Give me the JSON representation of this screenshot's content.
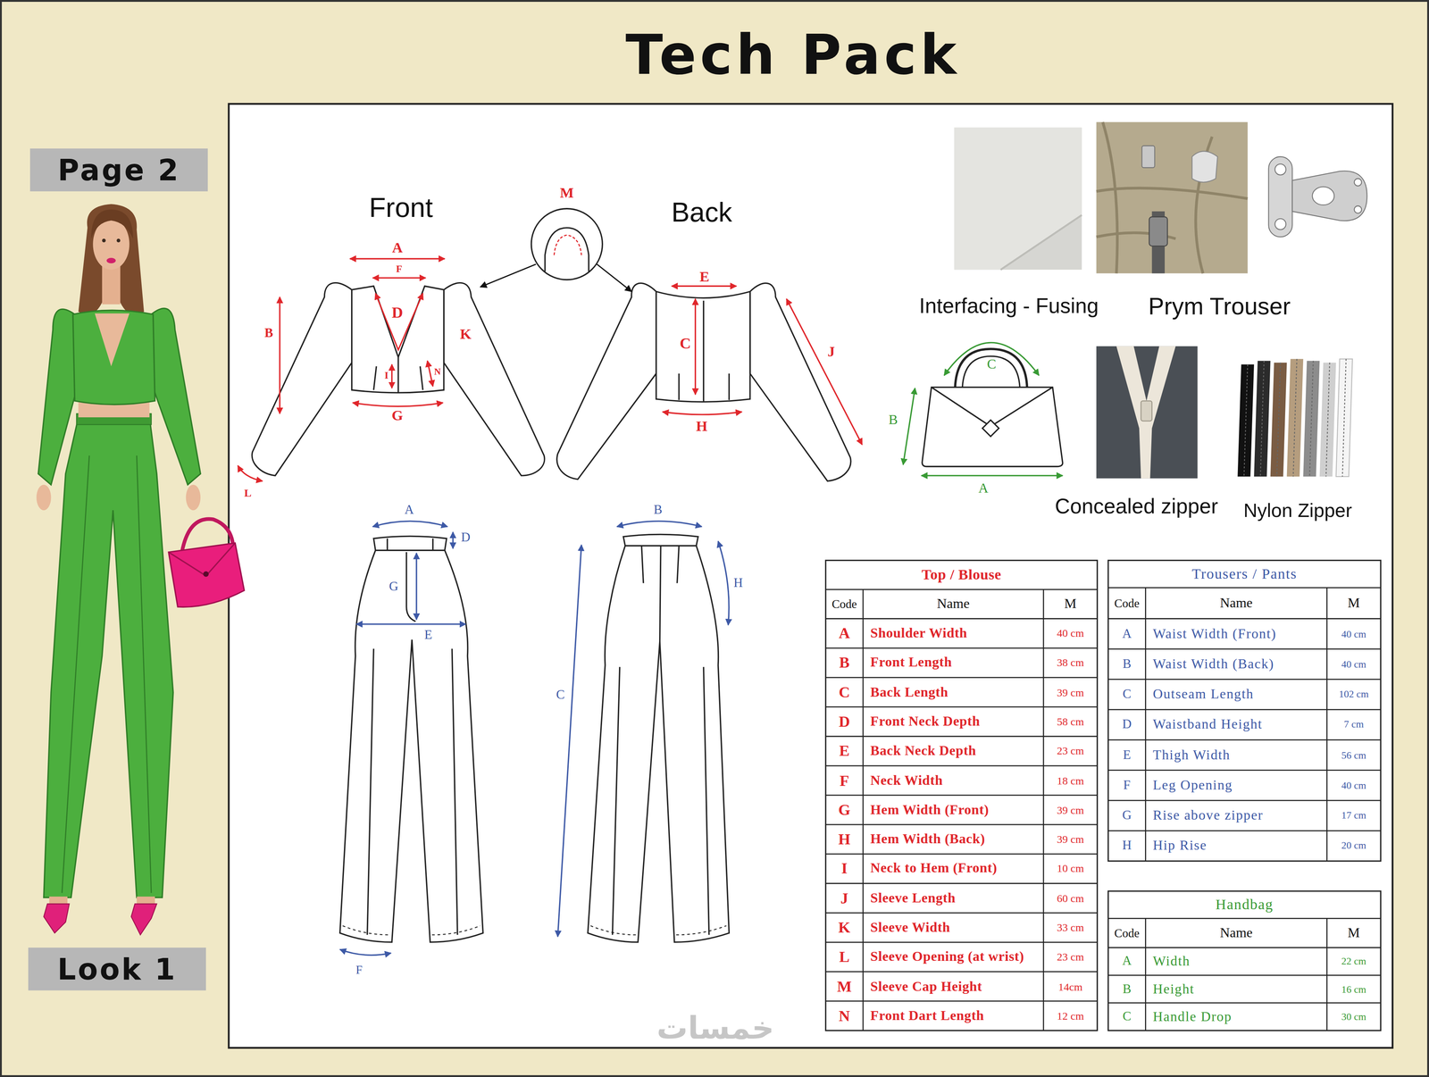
{
  "diagram": {
    "title": "Tech Pack",
    "nodes": [
      {
        "text": [
          "Page 2"
        ]
      },
      {
        "text": [
          "Look 1"
        ]
      },
      {
        "text": [
          "M"
        ]
      }
    ],
    "labels": [
      "Front",
      "Back",
      "A",
      "F",
      "D",
      "B",
      "K",
      "I",
      "N",
      "G",
      "L",
      "E",
      "C",
      "J",
      "H",
      "Interfacing - Fusing",
      "Prym Trouser",
      "C",
      "B",
      "A",
      "Concealed zipper",
      "Nylon Zipper",
      "A",
      "D",
      "G",
      "E",
      "F",
      "B",
      "C",
      "H",
      "Top / Blouse",
      "Code",
      "Name",
      "M",
      "A",
      "Shoulder Width",
      "40 cm",
      "B",
      "Front Length",
      "38 cm",
      "C",
      "Back Length",
      "39 cm",
      "D",
      "Front Neck Depth",
      "58 cm",
      "E",
      "Back Neck Depth",
      "23 cm",
      "F",
      "Neck Width",
      "18 cm",
      "G",
      "Hem Width (Front)",
      "39 cm",
      "H",
      "Hem Width (Back)",
      "39 cm",
      "I",
      "Neck to Hem (Front)",
      "10 cm",
      "J",
      "Sleeve Length",
      "60 cm",
      "K",
      "Sleeve Width",
      "33 cm",
      "L",
      "Sleeve Opening (at wrist)",
      "23 cm",
      "M",
      "Sleeve Cap Height",
      "14cm",
      "N",
      "Front Dart Length",
      "12 cm",
      "Trousers / Pants",
      "Code",
      "Name",
      "M",
      "A",
      "Waist Width (Front)",
      "40 cm",
      "B",
      "Waist Width (Back)",
      "40 cm",
      "C",
      "Outseam Length",
      "102 cm",
      "D",
      "Waistband Height",
      "7 cm",
      "E",
      "Thigh Width",
      "56 cm",
      "F",
      "Leg Opening",
      "40 cm",
      "G",
      "Rise above zipper",
      "17 cm",
      "H",
      "Hip Rise",
      "20 cm",
      "Handbag",
      "Code",
      "Name",
      "M",
      "A",
      "Width",
      "22 cm",
      "B",
      "Height",
      "16 cm",
      "C",
      "Handle Drop",
      "30 cm",
      "خمسات"
    ]
  }
}
